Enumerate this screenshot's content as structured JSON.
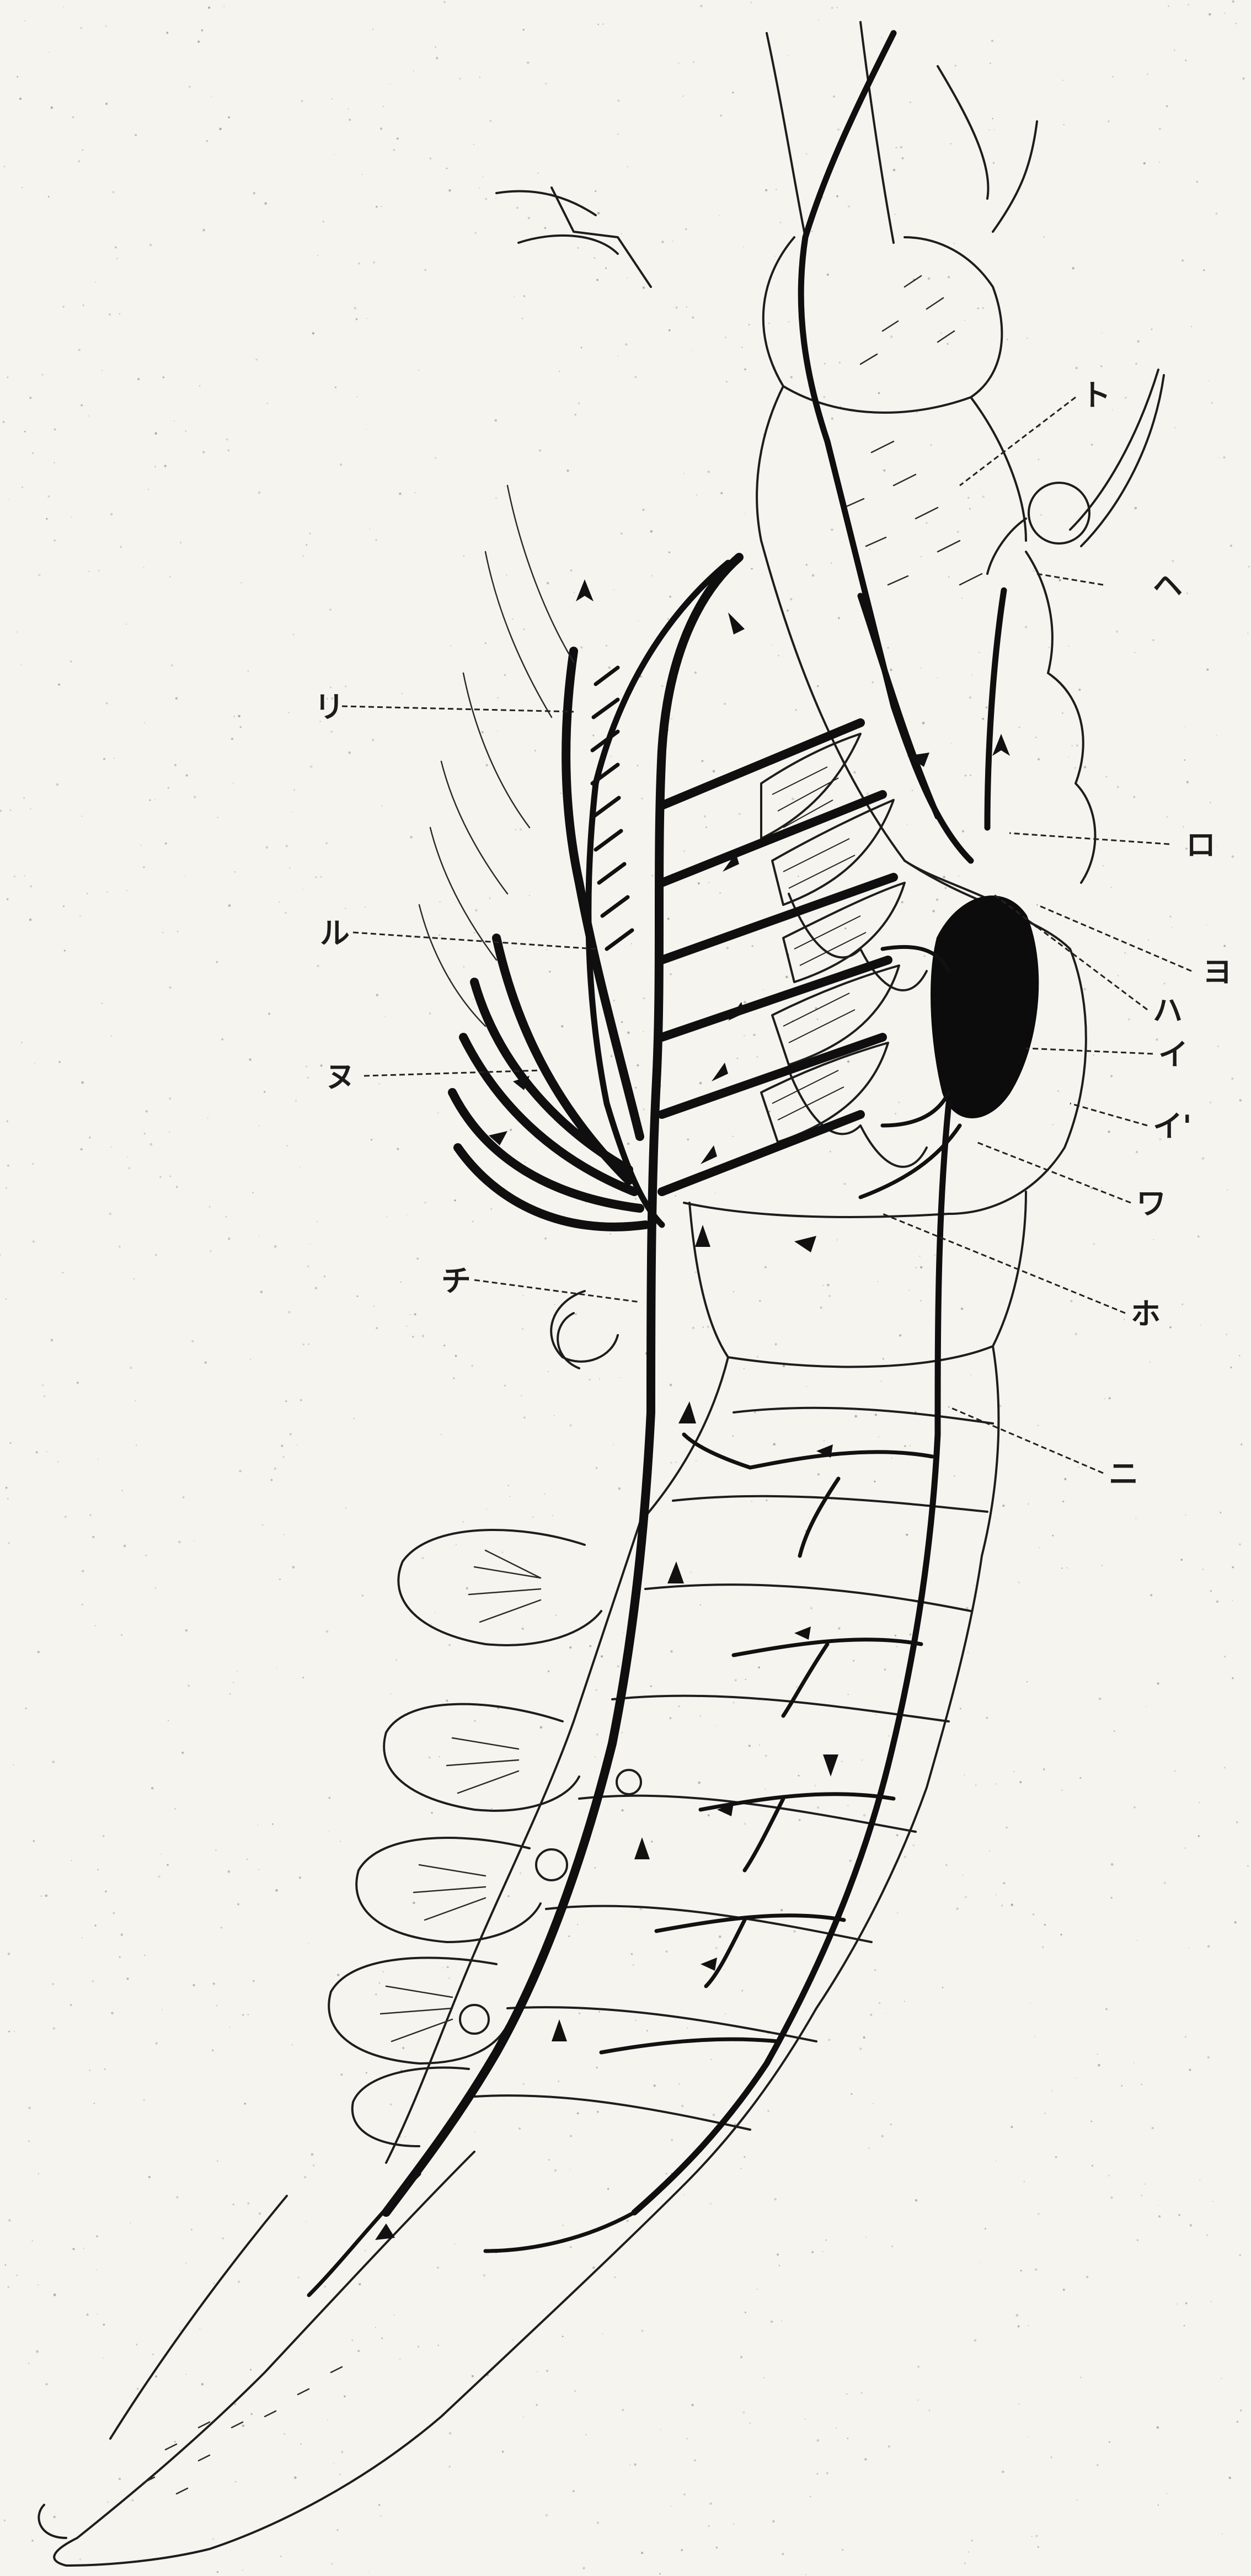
{
  "figure": {
    "labels": [
      {
        "id": "to",
        "text": "ト"
      },
      {
        "id": "he",
        "text": "ヘ"
      },
      {
        "id": "ro",
        "text": "ロ"
      },
      {
        "id": "yo",
        "text": "ヨ"
      },
      {
        "id": "ha",
        "text": "ハ"
      },
      {
        "id": "i",
        "text": "イ"
      },
      {
        "id": "i-prime",
        "text": "イ'"
      },
      {
        "id": "wa",
        "text": "ワ"
      },
      {
        "id": "ho",
        "text": "ホ"
      },
      {
        "id": "ni",
        "text": "ニ"
      },
      {
        "id": "ri",
        "text": "リ"
      },
      {
        "id": "ru",
        "text": "ル"
      },
      {
        "id": "nu",
        "text": "ヌ"
      },
      {
        "id": "chi",
        "text": "チ"
      }
    ]
  }
}
